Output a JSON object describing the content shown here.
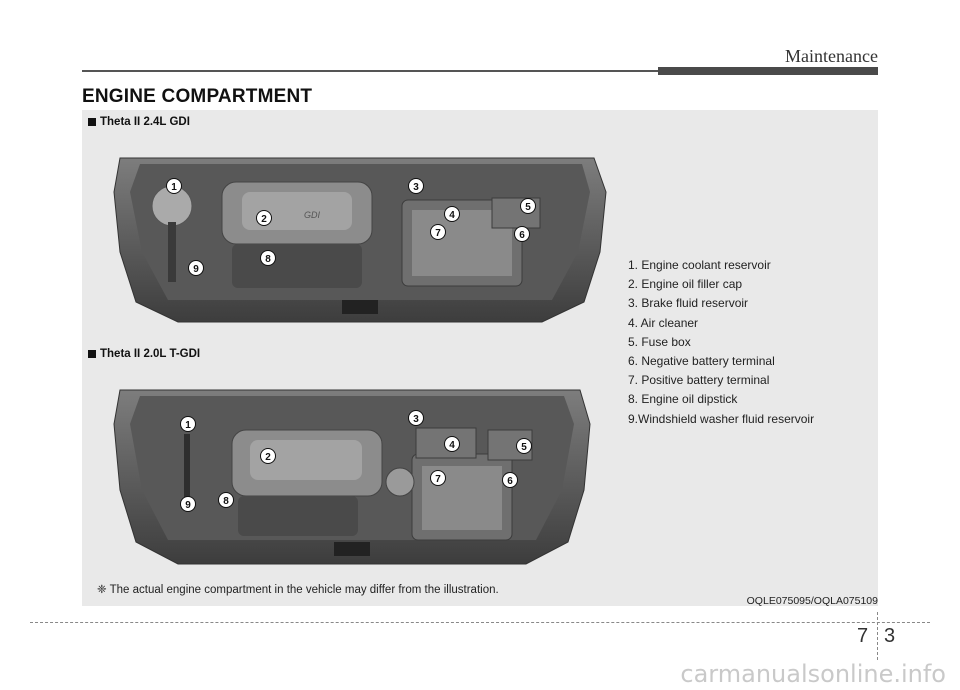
{
  "header": {
    "section": "Maintenance"
  },
  "title": "ENGINE COMPARTMENT",
  "subtitles": [
    "Theta II 2.4L GDI",
    "Theta II 2.0L T-GDI"
  ],
  "engine_badge": "GDI",
  "callouts": [
    "1",
    "2",
    "3",
    "4",
    "5",
    "6",
    "7",
    "8",
    "9"
  ],
  "legend": [
    "1. Engine coolant reservoir",
    "2. Engine oil filler cap",
    "3. Brake fluid reservoir",
    "4. Air cleaner",
    "5. Fuse box",
    "6. Negative battery terminal",
    "7. Positive battery terminal",
    "8. Engine oil dipstick",
    "9.Windshield washer fluid reservoir"
  ],
  "note": "❈ The actual engine compartment in the vehicle may differ from the illustration.",
  "image_code": "OQLE075095/OQLA075109",
  "page": {
    "chapter": "7",
    "number": "3"
  },
  "watermark": "carmanualsonline.info"
}
